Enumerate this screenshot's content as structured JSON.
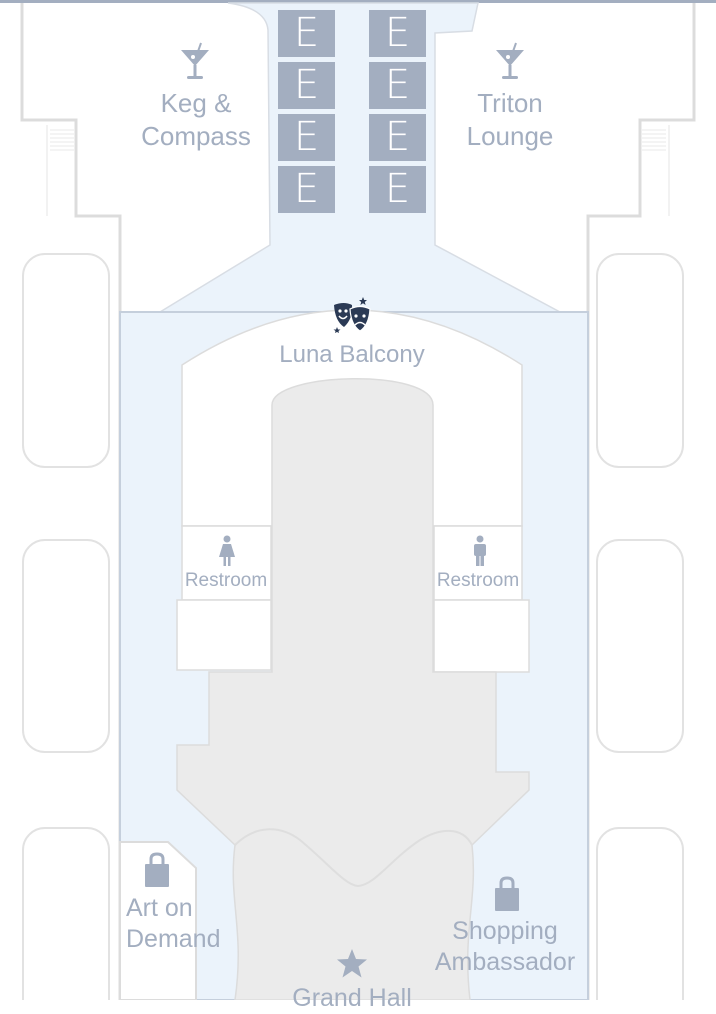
{
  "colors": {
    "label": "#a3aec0",
    "corridor": "#ebf3fb",
    "stage": "#ebebeb",
    "wall": "#dcdcdc",
    "icon_dark": "#2b3a55",
    "border": "#a3aec0"
  },
  "venues": {
    "keg_compass": {
      "line1": "Keg &",
      "line2": "Compass",
      "icon": "martini-icon"
    },
    "triton_lounge": {
      "line1": "Triton",
      "line2": "Lounge",
      "icon": "martini-icon"
    },
    "luna_balcony": {
      "label": "Luna Balcony",
      "icon": "theater-masks-icon"
    },
    "restroom_left": {
      "label": "Restroom",
      "icon": "women-icon"
    },
    "restroom_right": {
      "label": "Restroom",
      "icon": "men-icon"
    },
    "art_on_demand": {
      "line1": "Art on",
      "line2": "Demand",
      "icon": "shopping-bag-icon"
    },
    "shopping_ambassador": {
      "line1": "Shopping",
      "line2": "Ambassador",
      "icon": "shopping-bag-icon"
    },
    "grand_hall": {
      "label": "Grand Hall",
      "icon": "star-icon"
    }
  },
  "elevators": [
    "E",
    "E",
    "E",
    "E",
    "E",
    "E",
    "E",
    "E"
  ]
}
